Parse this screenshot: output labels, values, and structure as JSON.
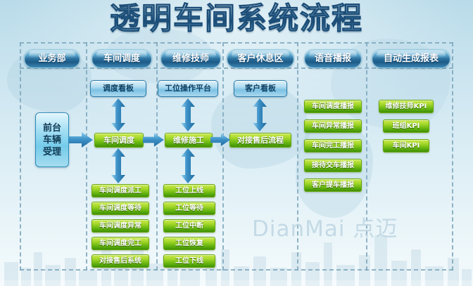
{
  "page": {
    "title": "透明车间系统流程",
    "watermark": "DianMai 点迈"
  },
  "columns": [
    {
      "id": "business",
      "header": "业务部"
    },
    {
      "id": "dispatch",
      "header": "车间调度"
    },
    {
      "id": "technician",
      "header": "维修技师"
    },
    {
      "id": "lounge",
      "header": "客户休息区"
    },
    {
      "id": "voice",
      "header": "语音播报"
    },
    {
      "id": "report",
      "header": "自动生成报表"
    }
  ],
  "nodes": {
    "reception": "前台\n车辆\n受理",
    "reception_lines": [
      "前台",
      "车辆",
      "受理"
    ],
    "dispatch_board": "调度看板",
    "dispatch_main": "车间调度",
    "station_platform": "工位操作平台",
    "repair_main": "维修施工",
    "customer_board": "客户看板",
    "aftersales_main": "对接售后流程"
  },
  "lists": {
    "dispatch_steps": [
      "车间调度派工",
      "车间调度等待",
      "车间调度异常",
      "车间调度完工",
      "对接售后系统"
    ],
    "station_steps": [
      "工位上线",
      "工位等待",
      "工位中断",
      "工位恢复",
      "工位下线"
    ],
    "voice_items": [
      "车间调度播报",
      "车间异常播报",
      "车间完工播报",
      "接待交车播报",
      "客户提车播报"
    ],
    "report_items": [
      "维修技师KPI",
      "班组KPI",
      "车间KPI"
    ]
  },
  "icons": {
    "arrow_right": "arrow-right-icon",
    "arrow_up_down": "arrow-up-down-icon",
    "arrow_down": "arrow-down-icon"
  },
  "colors": {
    "green_chip": "#a7d92c",
    "blue_board": "#7cc2e4",
    "header_pill": "#2a6f9e",
    "arrow": "#3f93c9",
    "background": "#cfe3ee",
    "grid_line": "#7fa8bd"
  }
}
